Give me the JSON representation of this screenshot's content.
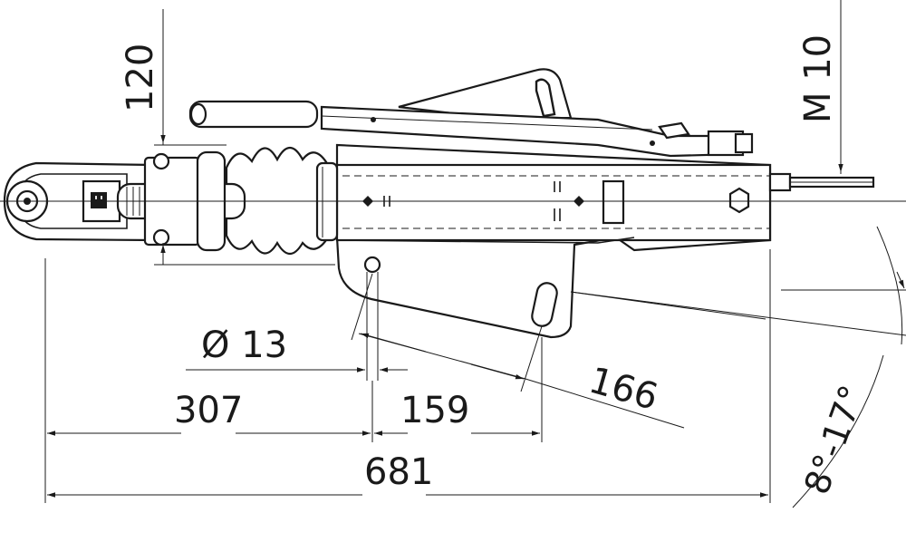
{
  "dimensions": {
    "height_120": "120",
    "thread_m10": "M 10",
    "hole_dia": "Ø  13",
    "len_307": "307",
    "len_159": "159",
    "len_681": "681",
    "len_166": "166",
    "angle_range": "8°-17°"
  }
}
